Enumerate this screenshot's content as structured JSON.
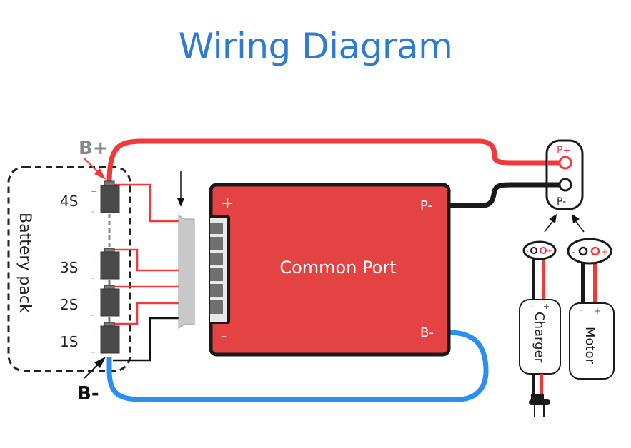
{
  "title": "Wiring Diagram",
  "battery_pack": {
    "label": "Battery pack",
    "b_plus": "B+",
    "b_minus": "B-",
    "cells": [
      {
        "label": "4S",
        "plus": "+",
        "minus": "-"
      },
      {
        "label": "3S",
        "plus": "+",
        "minus": "-"
      },
      {
        "label": "2S",
        "plus": "+",
        "minus": "-"
      },
      {
        "label": "1S",
        "plus": "+",
        "minus": "-"
      }
    ]
  },
  "bms_board": {
    "label": "Common Port",
    "plus": "+",
    "minus": "-",
    "p_minus": "P-",
    "b_minus": "B-"
  },
  "output_port": {
    "p_plus": "P+",
    "p_minus": "P-"
  },
  "charger": {
    "label": "Charger",
    "plus": "+",
    "minus": "-"
  },
  "motor": {
    "label": "Motor",
    "plus": "+",
    "minus": "-"
  },
  "colors": {
    "title": "#2e7bcf",
    "positive_wire": "#f03a3a",
    "negative_wire": "#1a1a1a",
    "b_minus_wire": "#2b8ff0",
    "board": "#e34343",
    "cell": "#4a4a4a",
    "connector": "#c8c8c8",
    "b_plus_label": "#888888"
  }
}
